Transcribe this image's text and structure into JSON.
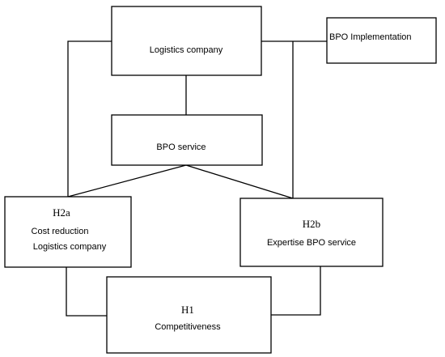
{
  "nodes": {
    "logistics_company": {
      "label": "Logistics company"
    },
    "bpo_implementation": {
      "label": "BPO Implementation"
    },
    "bpo_service": {
      "label": "BPO service"
    },
    "h2a": {
      "code": "H2a",
      "line1": "Cost reduction",
      "line2": "Logistics company"
    },
    "h2b": {
      "code": "H2b",
      "line1": "Expertise BPO service"
    },
    "h1": {
      "code": "H1",
      "line1": "Competitiveness"
    }
  },
  "colors": {
    "stroke": "#000000",
    "fill": "#ffffff"
  }
}
